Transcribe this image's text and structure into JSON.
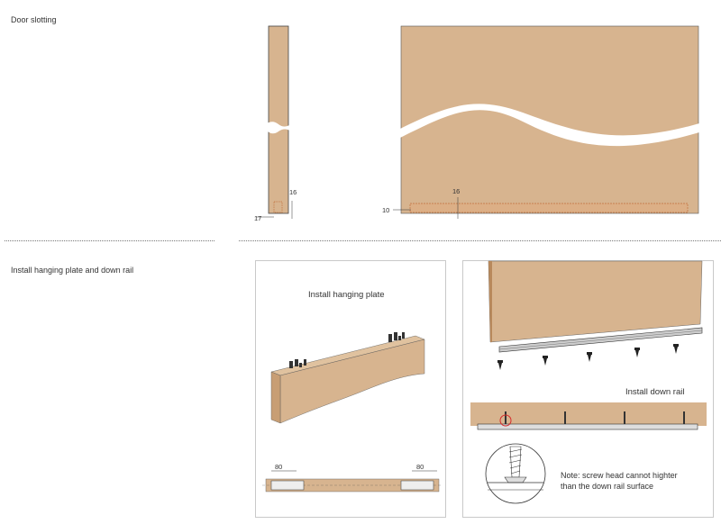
{
  "sections": {
    "door_slotting": {
      "title": "Door slotting"
    },
    "install": {
      "title": "Install hanging plate and down rail"
    }
  },
  "door_slotting": {
    "side_view": {
      "dim_width": "17",
      "dim_height": "16"
    },
    "front_view": {
      "dim_offset": "10",
      "dim_height": "16"
    }
  },
  "panel_left": {
    "title": "Install hanging plate",
    "dim_left": "80",
    "dim_right": "80"
  },
  "panel_right": {
    "caption": "Install down rail",
    "note_line1": "Note: screw head cannot highter",
    "note_line2": "than the down rail surface"
  },
  "colors": {
    "wood": "#d7b48f",
    "wood_dark": "#b8895c",
    "slot_border": "#c1703c",
    "marker": "#d62b2b"
  }
}
